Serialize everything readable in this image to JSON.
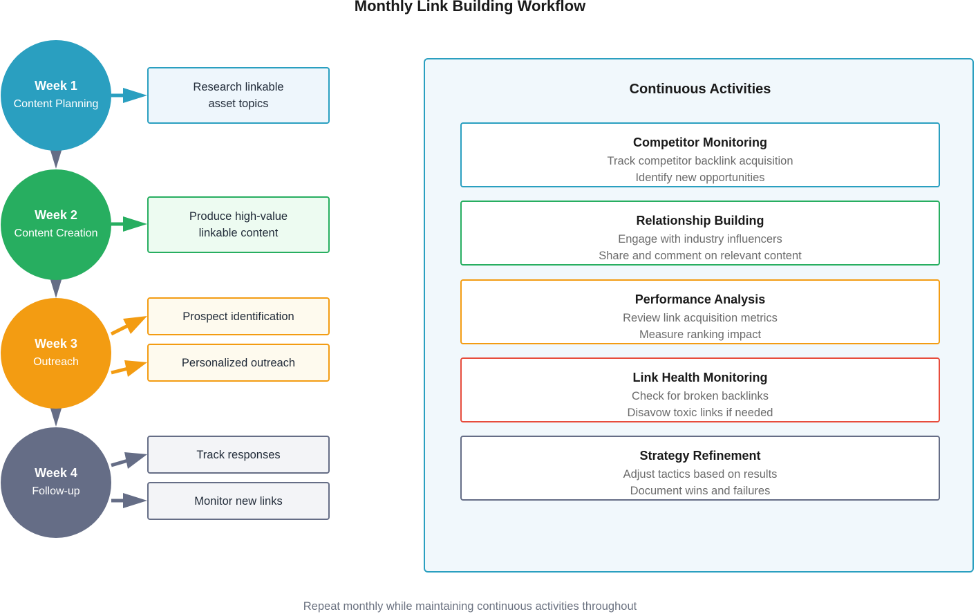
{
  "title": "Monthly Link Building Workflow",
  "weeks": [
    {
      "label": "Week 1",
      "sub": "Content Planning",
      "color": "#2a9fc0"
    },
    {
      "label": "Week 2",
      "sub": "Content Creation",
      "color": "#27ae60"
    },
    {
      "label": "Week 3",
      "sub": "Outreach",
      "color": "#f39c12"
    },
    {
      "label": "Week 4",
      "sub": "Follow-up",
      "color": "#656d86"
    }
  ],
  "tasks": {
    "week1": [
      "Research linkable",
      "asset topics"
    ],
    "week2": [
      "Produce high-value",
      "linkable content"
    ],
    "week3": [
      "Prospect identification",
      "Personalized outreach"
    ],
    "week4": [
      "Track responses",
      "Monitor new links"
    ]
  },
  "continuous": {
    "title": "Continuous Activities",
    "activities": [
      {
        "title": "Competitor Monitoring",
        "lines": [
          "Track competitor backlink acquisition",
          "Identify new opportunities"
        ],
        "color": "#2a9fc0"
      },
      {
        "title": "Relationship Building",
        "lines": [
          "Engage with industry influencers",
          "Share and comment on relevant content"
        ],
        "color": "#27ae60"
      },
      {
        "title": "Performance Analysis",
        "lines": [
          "Review link acquisition metrics",
          "Measure ranking impact"
        ],
        "color": "#f39c12"
      },
      {
        "title": "Link Health Monitoring",
        "lines": [
          "Check for broken backlinks",
          "Disavow toxic links if needed"
        ],
        "color": "#e74c3c"
      },
      {
        "title": "Strategy Refinement",
        "lines": [
          "Adjust tactics based on results",
          "Document wins and failures"
        ],
        "color": "#656d86"
      }
    ]
  },
  "footer": "Repeat monthly while maintaining continuous activities throughout"
}
